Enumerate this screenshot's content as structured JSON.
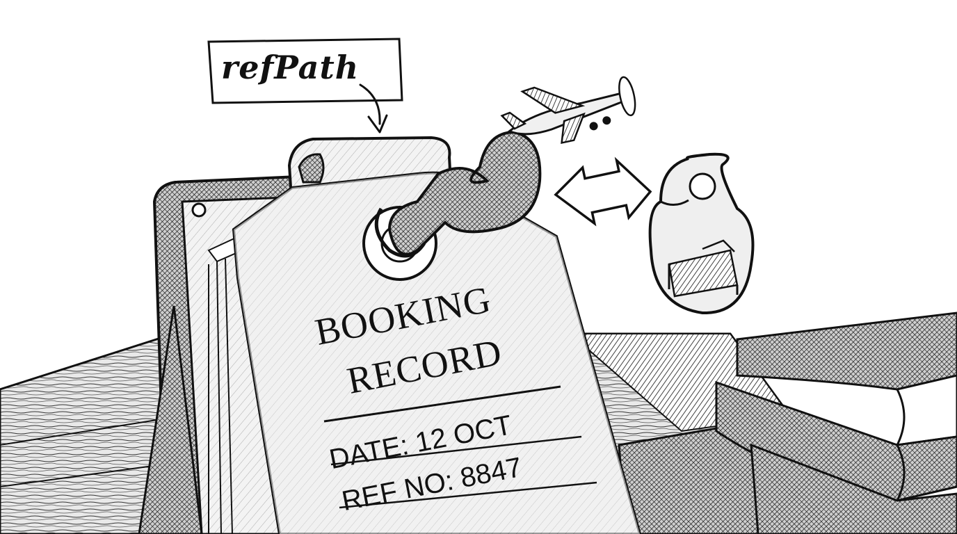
{
  "callout": {
    "label": "refPath"
  },
  "tag": {
    "title_line1": "BOOKING",
    "title_line2": "RECORD",
    "date": "DATE: 12 OCT",
    "ref": "REF NO: 8847"
  },
  "icons": {
    "plane": "airplane-icon",
    "swap": "double-arrow-icon",
    "door_hanger": "door-hanger-icon",
    "bed": "bed-icon"
  },
  "colors": {
    "ink": "#111111",
    "paper": "#ffffff",
    "tag": "#efefef"
  }
}
